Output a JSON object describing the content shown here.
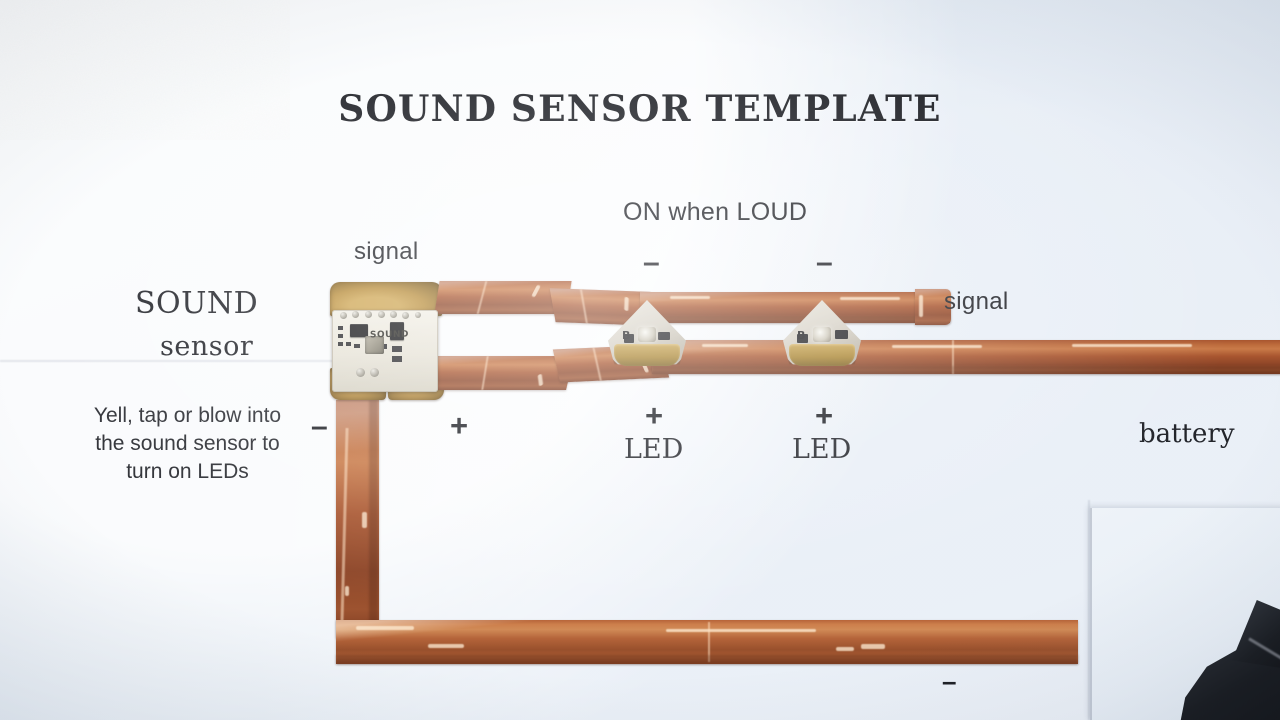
{
  "title": "SOUND SENSOR TEMPLATE",
  "labels": {
    "sound": "SOUND",
    "sensor": "sensor",
    "instructions": "Yell, tap or blow into the sound sensor to turn on LEDs",
    "signal_left": "signal",
    "signal_right": "signal",
    "on_when_loud": "ON when LOUD",
    "battery": "battery",
    "led1": "LED",
    "led2": "LED"
  },
  "polarity_signs": {
    "sensor_negative": "–",
    "sensor_positive": "+",
    "led1_negative": "–",
    "led2_negative": "–",
    "led1_positive": "+",
    "led2_positive": "+",
    "battery_negative": "–"
  },
  "components": {
    "sensor_board_silkscreen": "SOUND",
    "led1_marking": "B",
    "led2_marking": "B"
  },
  "colors": {
    "background_paper": "#dce6f1",
    "ink": "#23252b",
    "copper_tape": "#a8552f",
    "copper_tape_bright": "#cd7f4c",
    "solder_pad_gold": "#b98e3c",
    "sensor_board": "#eeebe1",
    "dark_object": "#14171c"
  },
  "icon_names": {
    "minus": "minus-sign-icon",
    "plus": "plus-sign-icon"
  }
}
